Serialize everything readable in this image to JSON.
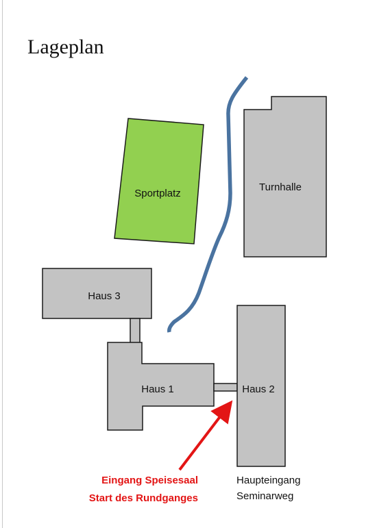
{
  "title": "Lageplan",
  "buildings": {
    "sportplatz": "Sportplatz",
    "turnhalle": "Turnhalle",
    "haus3": "Haus 3",
    "haus1": "Haus 1",
    "haus2": "Haus 2"
  },
  "annotations": {
    "entrance_line1": "Eingang Speisesaal",
    "entrance_line2": "Start des Rundganges",
    "main_entrance_line1": "Haupteingang",
    "main_entrance_line2": "Seminarweg"
  },
  "colors": {
    "building_fill": "#c3c3c3",
    "field_fill": "#92d050",
    "river": "#4a73a0",
    "arrow": "#e31515",
    "outline": "#1a1a1a"
  }
}
